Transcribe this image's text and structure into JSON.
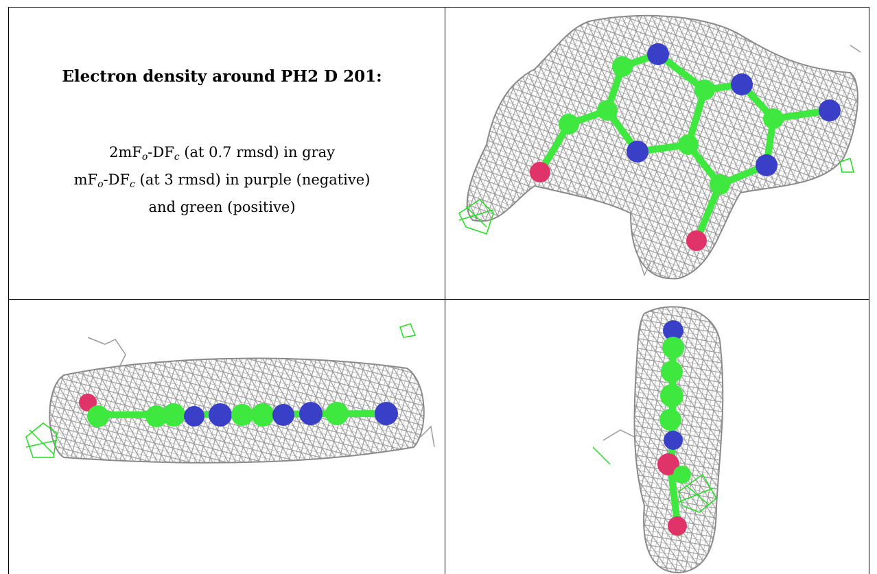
{
  "caption": {
    "title": "Electron density around PH2 D 201:",
    "line1": {
      "prefix": "2mF",
      "sub1": "o",
      "mid": "-DF",
      "sub2": "c",
      "rest": " (at 0.7 rmsd) in gray"
    },
    "line2": {
      "prefix": "mF",
      "sub1": "o",
      "mid": "-DF",
      "sub2": "c",
      "rest": " (at 3 rmsd) in purple (negative)"
    },
    "line3": "and green (positive)"
  },
  "panels": [
    {
      "id": "top-right",
      "view": "face-on"
    },
    {
      "id": "bottom-left",
      "view": "edge-on horizontal"
    },
    {
      "id": "bottom-right",
      "view": "edge-on vertical"
    }
  ],
  "colors": {
    "mesh": "#9a9a9a",
    "carbon": "#3ee83e",
    "nitrogen": "#3a3fc8",
    "oxygen": "#e0336a",
    "positive_density": "#22dd22"
  }
}
